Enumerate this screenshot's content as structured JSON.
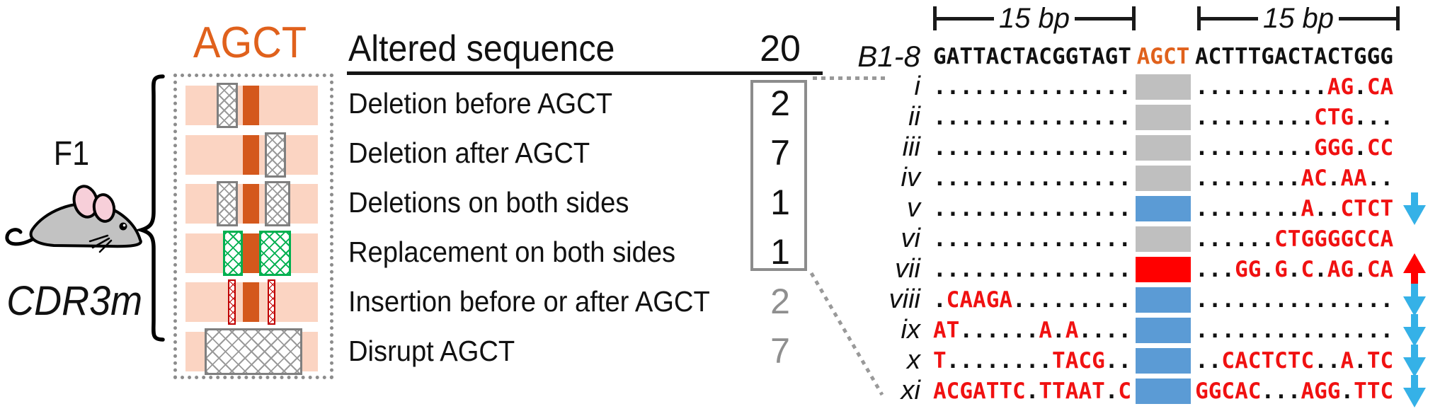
{
  "figure": {
    "left_panel": {
      "generation_label": "F1",
      "genotype_label": "CDR3m",
      "motif_label": "AGCT"
    },
    "table": {
      "header": "Altered sequence",
      "total_count": "20",
      "rows": [
        {
          "label": "Deletion before AGCT",
          "count": "2",
          "emphasis": "boxed",
          "variant": "deletion-before"
        },
        {
          "label": "Deletion after AGCT",
          "count": "7",
          "emphasis": "boxed",
          "variant": "deletion-after"
        },
        {
          "label": "Deletions on both sides",
          "count": "1",
          "emphasis": "boxed",
          "variant": "deletion-both"
        },
        {
          "label": "Replacement on both sides",
          "count": "1",
          "emphasis": "boxed",
          "variant": "replacement-both"
        },
        {
          "label": "Insertion before or after AGCT",
          "count": "2",
          "emphasis": "gray",
          "variant": "insertion-both"
        },
        {
          "label": "Disrupt AGCT",
          "count": "7",
          "emphasis": "gray",
          "variant": "disrupt"
        }
      ]
    },
    "alignment": {
      "ruler_left_label": "15 bp",
      "ruler_right_label": "15 bp",
      "reference": {
        "name": "B1-8",
        "left_seq": "GATTACTACGGTAGT",
        "motif": "AGCT",
        "right_seq": "ACTTTGACTACTGGG"
      },
      "clones": [
        {
          "id": "i",
          "left": "...............",
          "box": "gray",
          "right": "..........AG.CA",
          "arrow": ""
        },
        {
          "id": "ii",
          "left": "...............",
          "box": "gray",
          "right": ".........CTG...",
          "arrow": ""
        },
        {
          "id": "iii",
          "left": "...............",
          "box": "gray",
          "right": ".........GGG.CC",
          "arrow": ""
        },
        {
          "id": "iv",
          "left": "...............",
          "box": "gray",
          "right": "........AC.AA..",
          "arrow": ""
        },
        {
          "id": "v",
          "left": "...............",
          "box": "blue",
          "right": "........A..CTCT",
          "arrow": "down"
        },
        {
          "id": "vi",
          "left": "...............",
          "box": "gray",
          "right": "......CTGGGGCCA",
          "arrow": ""
        },
        {
          "id": "vii",
          "left": "...............",
          "box": "red",
          "right": "...GG.G.C.AG.CA",
          "arrow": "up"
        },
        {
          "id": "viii",
          "left": ".CAAGA.........",
          "box": "blue",
          "right": "...............",
          "arrow": "down"
        },
        {
          "id": "ix",
          "left": "AT......A.A....",
          "box": "blue",
          "right": "...............",
          "arrow": "down"
        },
        {
          "id": "x",
          "left": "T........TACG..",
          "box": "blue",
          "right": "..CACTCTC..A.TC",
          "arrow": "down"
        },
        {
          "id": "xi",
          "left": "ACGATTC.TTAAT.C",
          "box": "blue",
          "right": "GGCAC...AGG.TTC",
          "arrow": "down"
        }
      ]
    },
    "colors": {
      "motif_orange": "#E0611C",
      "stripe_orange": "#D4581C",
      "bar_pink": "#FBD4C2",
      "box_gray": "#BFBFBF",
      "box_blue": "#5B9BD5",
      "box_red": "#FF0000",
      "mismatch_red": "#F01111",
      "arrow_down_cyan": "#35B1E7",
      "arrow_up_red": "#FF0000",
      "hatch_green": "#00B050",
      "hatch_dark_red": "#C00000"
    }
  }
}
